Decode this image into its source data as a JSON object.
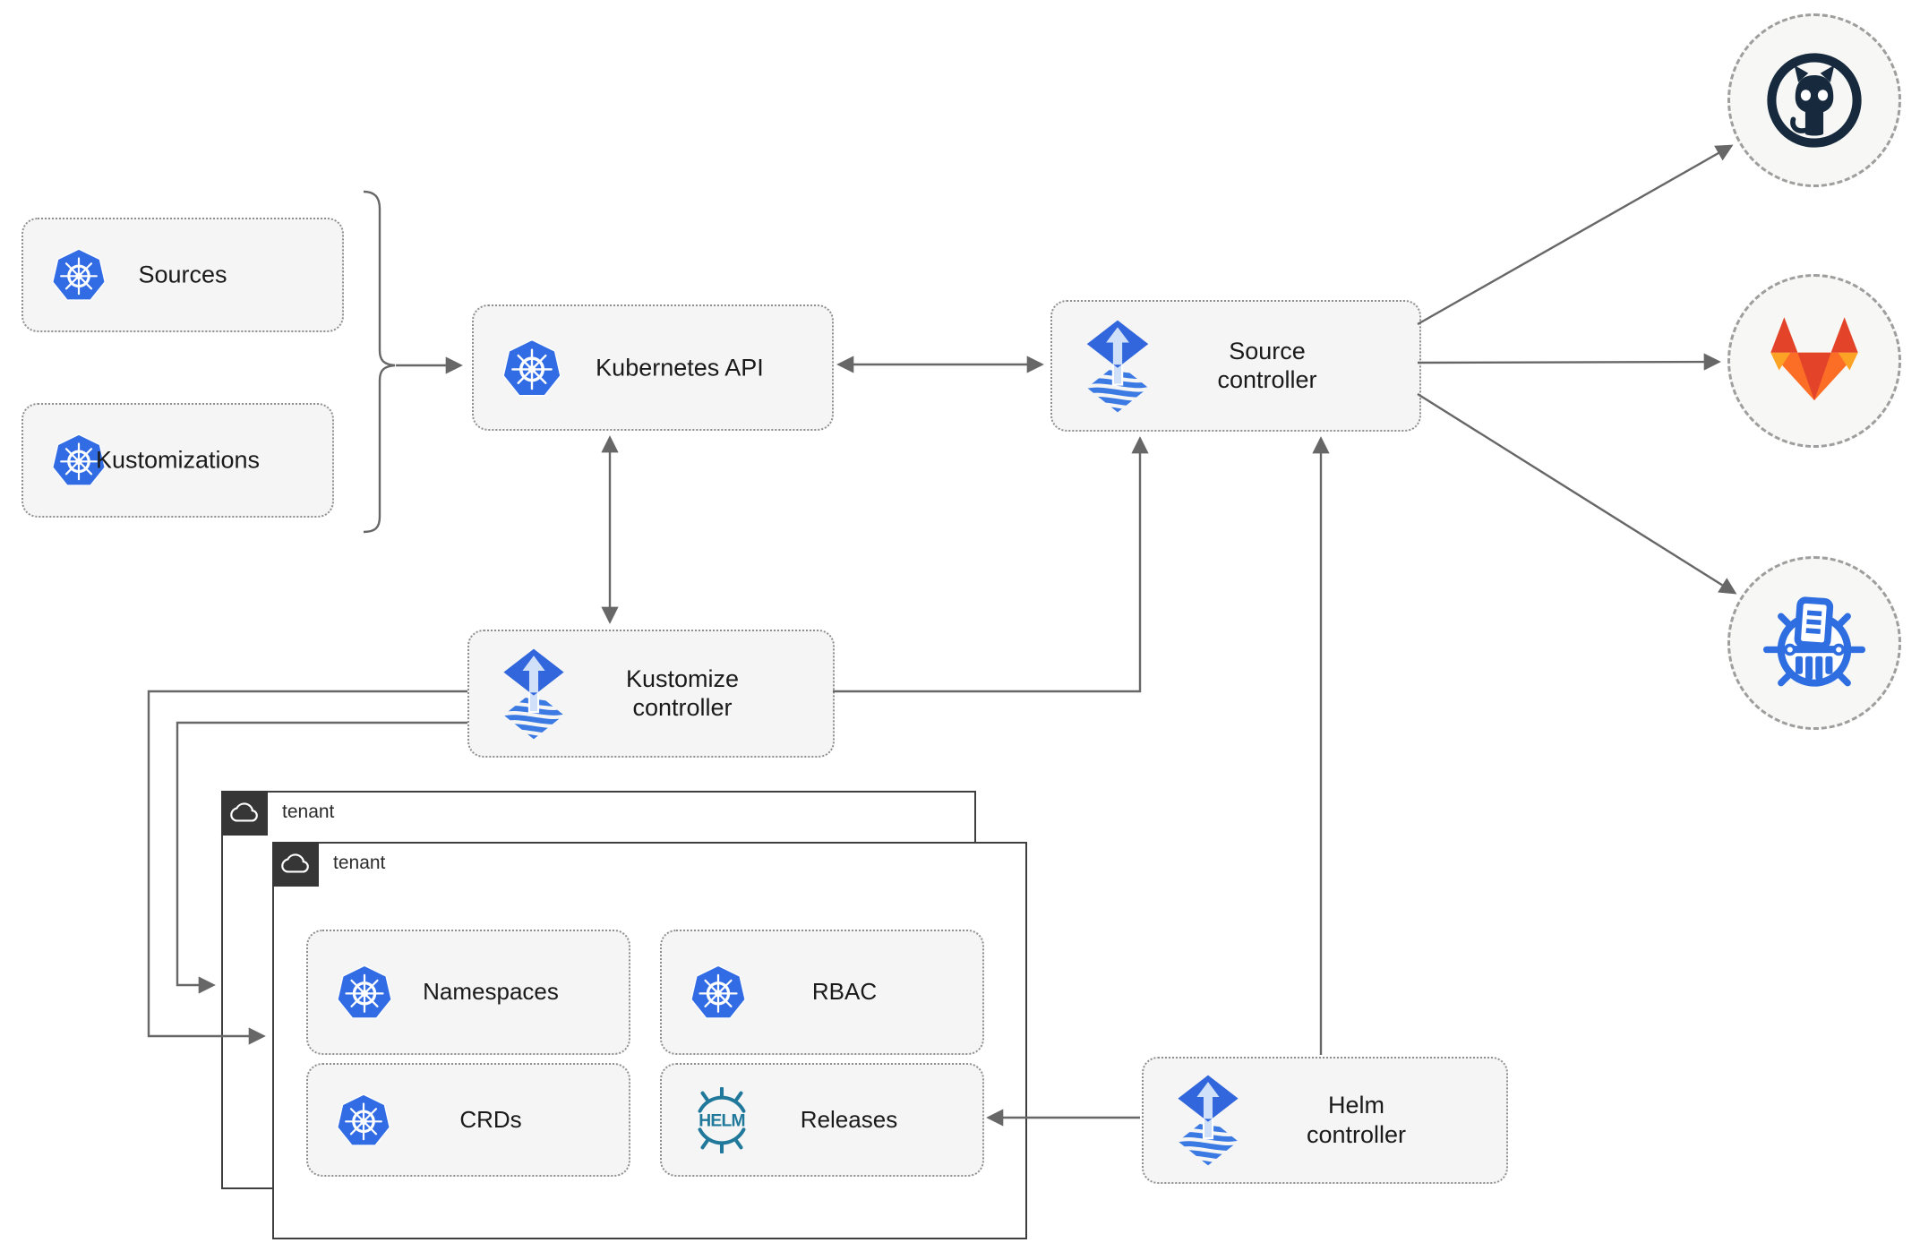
{
  "nodes": {
    "sources": {
      "label": "Sources",
      "icon": "kubernetes"
    },
    "kustomizations": {
      "label": "Kustomizations",
      "icon": "kubernetes"
    },
    "kubernetes_api": {
      "label": "Kubernetes API",
      "icon": "kubernetes"
    },
    "source_controller": {
      "label": "Source\ncontroller",
      "icon": "flux"
    },
    "kustomize_controller": {
      "label": "Kustomize\ncontroller",
      "icon": "flux"
    },
    "helm_controller": {
      "label": "Helm\ncontroller",
      "icon": "flux"
    },
    "tenant_back": {
      "label": "tenant",
      "icon": "cloud"
    },
    "tenant_front": {
      "label": "tenant",
      "icon": "cloud"
    },
    "namespaces": {
      "label": "Namespaces",
      "icon": "kubernetes"
    },
    "rbac": {
      "label": "RBAC",
      "icon": "kubernetes"
    },
    "crds": {
      "label": "CRDs",
      "icon": "kubernetes"
    },
    "releases": {
      "label": "Releases",
      "icon": "helm"
    },
    "github": {
      "icon": "github"
    },
    "gitlab": {
      "icon": "gitlab"
    },
    "registry": {
      "icon": "registry"
    }
  },
  "edges": [
    {
      "from": "sources+kustomizations",
      "to": "kubernetes_api",
      "style": "arrow"
    },
    {
      "from": "kubernetes_api",
      "to": "source_controller",
      "style": "double-arrow"
    },
    {
      "from": "kubernetes_api",
      "to": "kustomize_controller",
      "style": "double-arrow"
    },
    {
      "from": "kustomize_controller",
      "to": "source_controller",
      "style": "arrow"
    },
    {
      "from": "helm_controller",
      "to": "source_controller",
      "style": "arrow"
    },
    {
      "from": "kustomize_controller",
      "to": "tenant_front",
      "style": "arrow"
    },
    {
      "from": "kustomize_controller",
      "to": "tenant_back",
      "style": "arrow"
    },
    {
      "from": "helm_controller",
      "to": "releases",
      "style": "arrow"
    },
    {
      "from": "source_controller",
      "to": "github",
      "style": "arrow"
    },
    {
      "from": "source_controller",
      "to": "gitlab",
      "style": "arrow"
    },
    {
      "from": "source_controller",
      "to": "registry",
      "style": "arrow"
    }
  ],
  "colors": {
    "kubernetes_blue": "#326ce5",
    "flux_blue": "#3166dd",
    "flux_light": "#cfe0f8",
    "helm_teal": "#20799b",
    "github_dark": "#16293d",
    "gitlab_red": "#e24329",
    "gitlab_orange": "#fc6d26",
    "gitlab_amber": "#fca326",
    "registry_blue": "#2f6ee0",
    "node_fill": "#f5f5f5",
    "line_gray": "#676767",
    "tenant_border": "#3f3f3f",
    "tenant_badge": "#363636"
  }
}
